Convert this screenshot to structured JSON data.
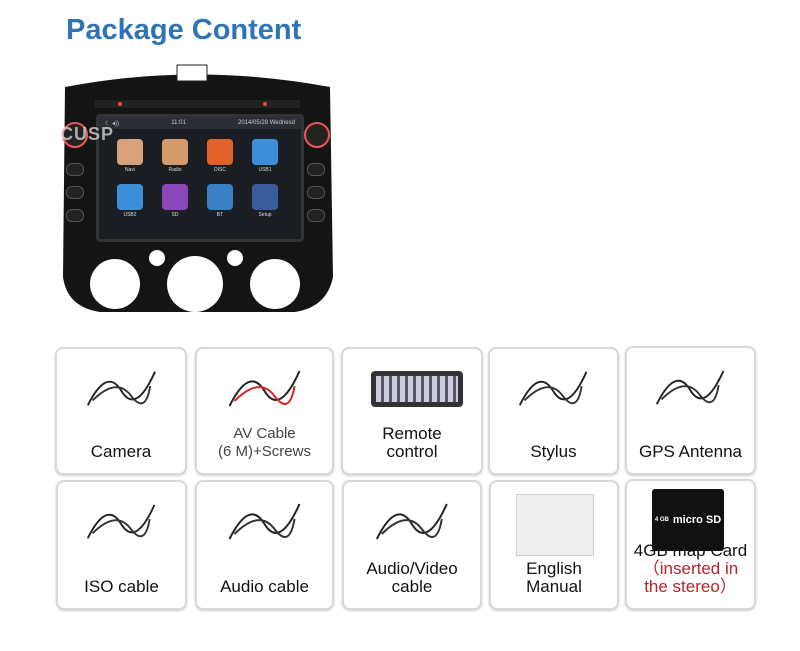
{
  "title": "Package Content",
  "head_unit": {
    "watermark": "CUSP",
    "status_time": "11:01",
    "status_date": "2014/05/28 Wednesd",
    "apps": [
      {
        "label": "Navi",
        "color": "#d8a27a"
      },
      {
        "label": "Radio",
        "color": "#d49a6a"
      },
      {
        "label": "DISC",
        "color": "#e2632a"
      },
      {
        "label": "USB1",
        "color": "#3b8fd8"
      },
      {
        "label": "USB2",
        "color": "#3b8fd8"
      },
      {
        "label": "SD",
        "color": "#8a45b8"
      },
      {
        "label": "BT",
        "color": "#3a7ec4"
      },
      {
        "label": "Setup",
        "color": "#3a5a9a"
      }
    ]
  },
  "items": [
    {
      "label": "Camera",
      "icon": "camera-icon"
    },
    {
      "label": "AV Cable",
      "label2": "(6 M)+Screws",
      "icon": "av-cable-icon"
    },
    {
      "label": "Remote",
      "label2": "control",
      "icon": "remote-icon"
    },
    {
      "label": "Stylus",
      "icon": "stylus-icon"
    },
    {
      "label": "GPS Antenna",
      "icon": "gps-antenna-icon"
    },
    {
      "label": "ISO cable",
      "icon": "iso-cable-icon"
    },
    {
      "label": "Audio cable",
      "icon": "audio-cable-icon"
    },
    {
      "label": "Audio/Video",
      "label2": "cable",
      "icon": "av-harness-icon"
    },
    {
      "label": "English",
      "label2": "Manual",
      "icon": "manual-icon"
    },
    {
      "label": "4GB map Card",
      "label2": "（inserted in",
      "label3": "the stereo）",
      "icon": "sd-card-icon",
      "card_text": "micro SD",
      "card_size": "4 GB"
    }
  ]
}
